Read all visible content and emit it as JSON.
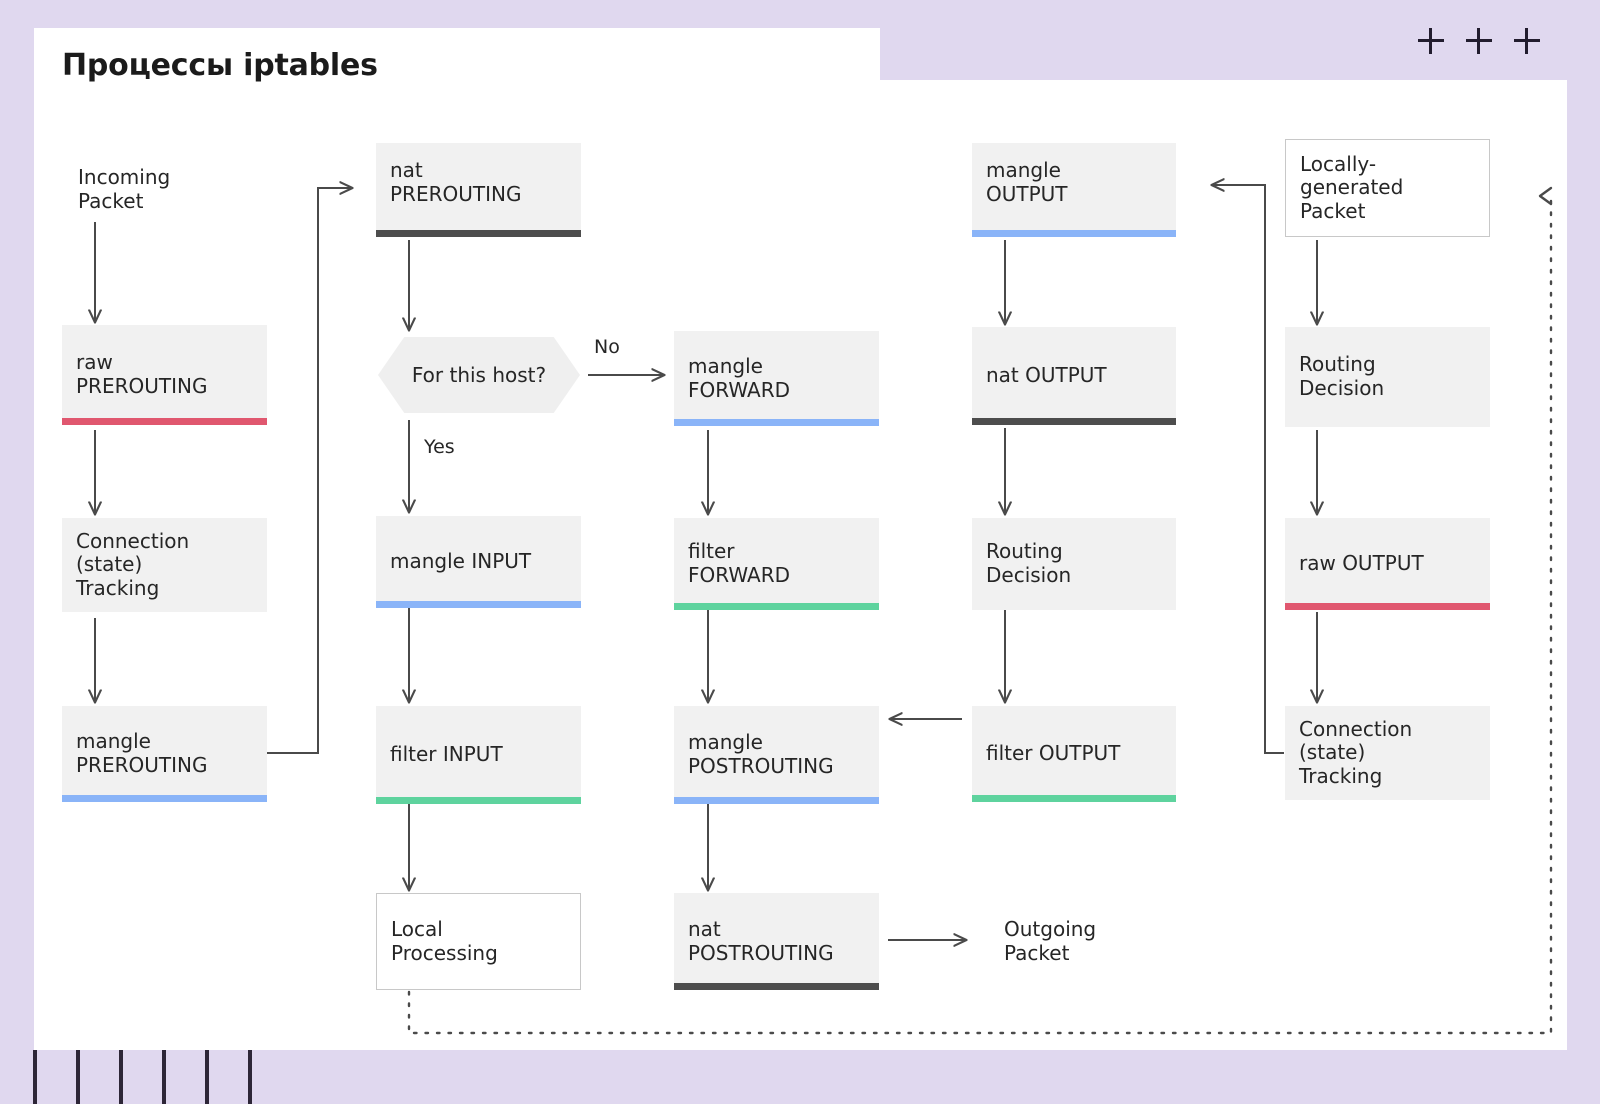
{
  "slide": {
    "title": "Процессы iptables",
    "background_color": "#e0d8ef",
    "panel_color": "#ffffff",
    "plus_marks": 3,
    "tick_marks": 6
  },
  "accent_colors": {
    "raw": "#e0576f",
    "mangle": "#8ab4f8",
    "filter": "#5ed39e",
    "nat": "#4d4d4d"
  },
  "nodes": {
    "incoming_packet": "Incoming\nPacket",
    "raw_prerouting": "raw\nPREROUTING",
    "conntrack_in": "Connection\n(state)\nTracking",
    "mangle_prerouting": "mangle\nPREROUTING",
    "nat_prerouting": "nat\nPREROUTING",
    "decision_for_this_host": "For this host?",
    "mangle_input": "mangle INPUT",
    "filter_input": "filter INPUT",
    "local_processing": "Local\nProcessing",
    "mangle_forward": "mangle\nFORWARD",
    "filter_forward": "filter\nFORWARD",
    "mangle_postrouting": "mangle\nPOSTROUTING",
    "nat_postrouting": "nat\nPOSTROUTING",
    "outgoing_packet": "Outgoing\nPacket",
    "mangle_output": "mangle\nOUTPUT",
    "nat_output": "nat OUTPUT",
    "routing_decision_out": "Routing\nDecision",
    "filter_output": "filter OUTPUT",
    "locally_generated_packet": "Locally-\ngenerated\nPacket",
    "routing_decision_local": "Routing\nDecision",
    "raw_output": "raw OUTPUT",
    "conntrack_out": "Connection\n(state)\nTracking"
  },
  "edge_labels": {
    "no": "No",
    "yes": "Yes"
  },
  "chart_data": {
    "type": "diagram",
    "title": "Процессы iptables",
    "columns": [
      {
        "name": "incoming",
        "nodes": [
          "Incoming Packet",
          "raw PREROUTING",
          "Connection (state) Tracking",
          "mangle PREROUTING"
        ]
      },
      {
        "name": "prerouting-input",
        "nodes": [
          "nat PREROUTING",
          "For this host?",
          "mangle INPUT",
          "filter INPUT",
          "Local Processing"
        ]
      },
      {
        "name": "forward",
        "nodes": [
          "mangle FORWARD",
          "filter FORWARD",
          "mangle POSTROUTING",
          "nat POSTROUTING",
          "Outgoing Packet"
        ]
      },
      {
        "name": "output",
        "nodes": [
          "mangle OUTPUT",
          "nat OUTPUT",
          "Routing Decision",
          "filter OUTPUT"
        ]
      },
      {
        "name": "locally-generated",
        "nodes": [
          "Locally-generated Packet",
          "Routing Decision",
          "raw OUTPUT",
          "Connection (state) Tracking"
        ]
      }
    ]
  }
}
